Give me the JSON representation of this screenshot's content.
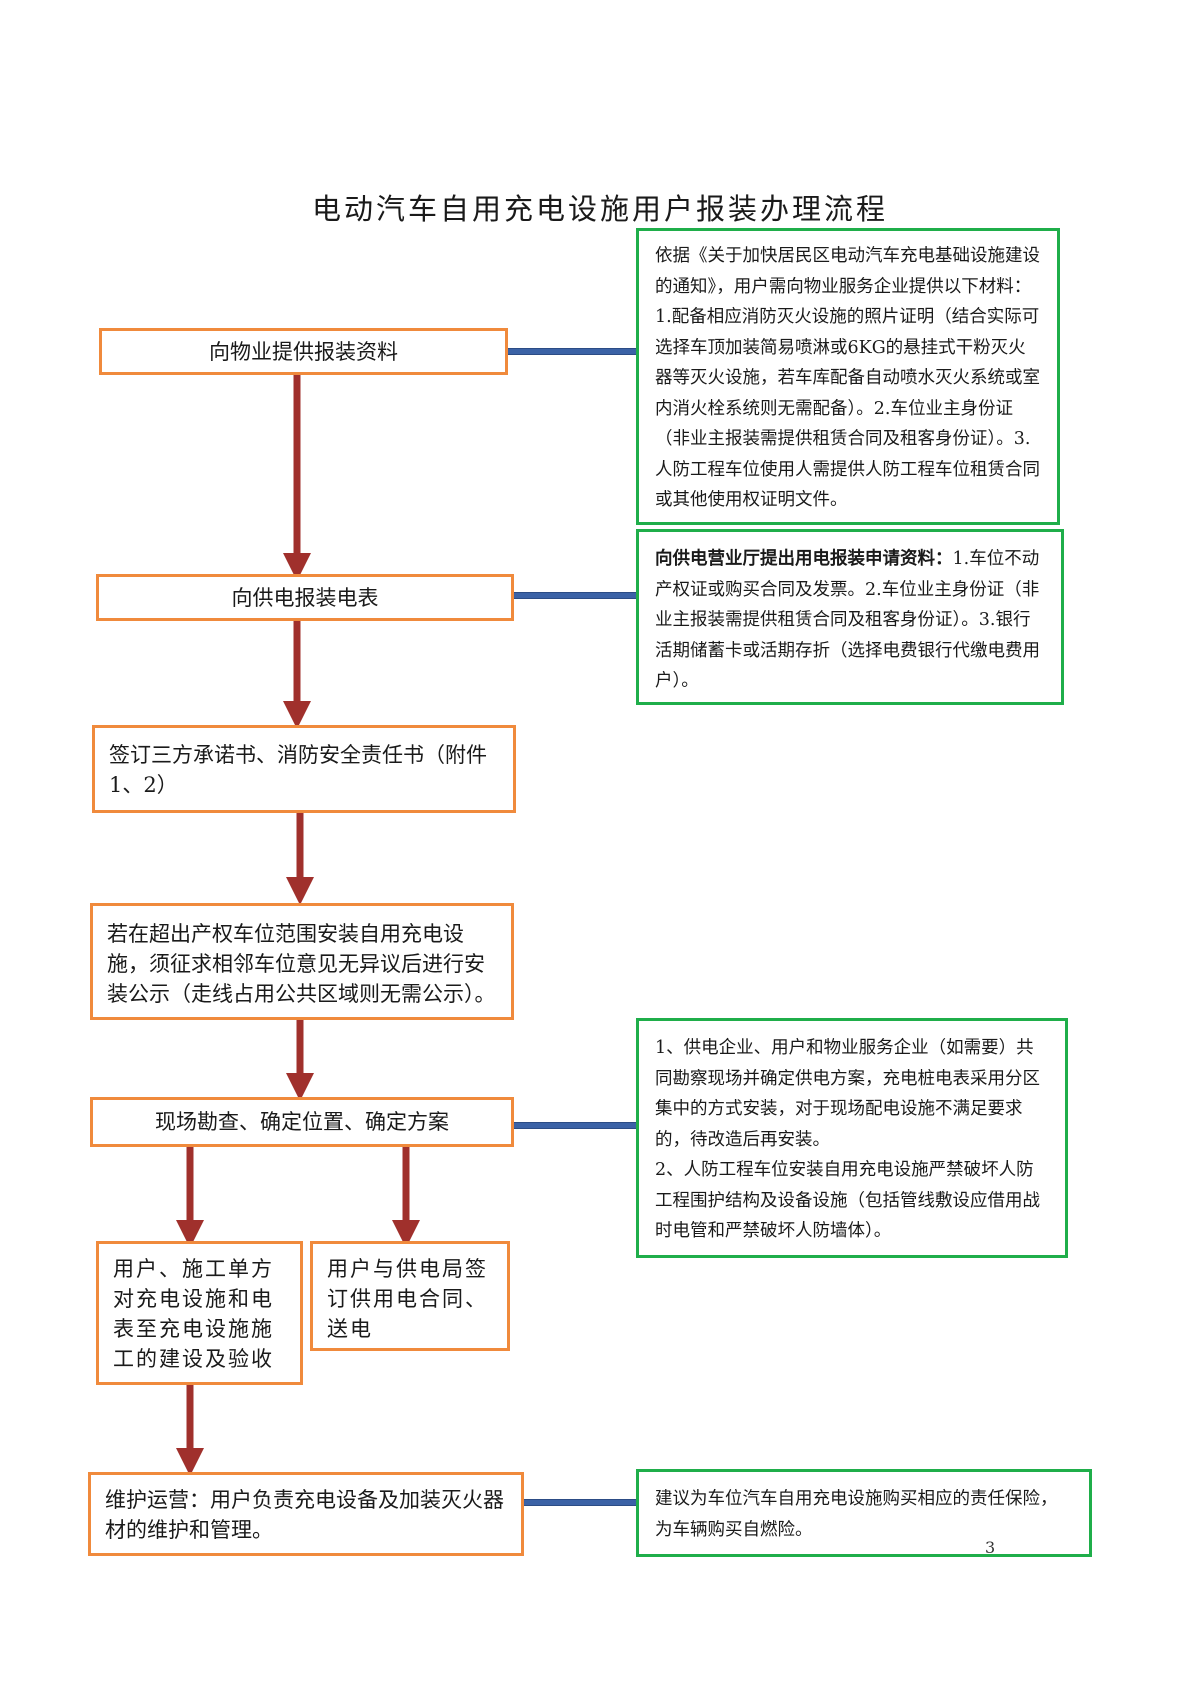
{
  "title": "电动汽车自用充电设施用户报装办理流程",
  "steps": {
    "s1": "向物业提供报装资料",
    "s2": "向供电报装电表",
    "s3": "签订三方承诺书、消防安全责任书（附件1、2）",
    "s4": "若在超出产权车位范围安装自用充电设施，须征求相邻车位意见无异议后进行安装公示（走线占用公共区域则无需公示）。",
    "s5": "现场勘查、确定位置、确定方案",
    "s6": "用户、施工单方对充电设施和电表至充电设施施工的建设及验收",
    "s7": "用户与供电局签订供用电合同、送电",
    "s8": "维护运营：用户负责充电设备及加装灭火器材的维护和管理。"
  },
  "notes": {
    "n1": "依据《关于加快居民区电动汽车充电基础设施建设的通知》，用户需向物业服务企业提供以下材料：1.配备相应消防灭火设施的照片证明（结合实际可选择车顶加装简易喷淋或6KG的悬挂式干粉灭火器等灭火设施，若车库配备自动喷水灭火系统或室内消火栓系统则无需配备）。2.车位业主身份证（非业主报装需提供租赁合同及租客身份证）。3.人防工程车位使用人需提供人防工程车位租赁合同或其他使用权证明文件。",
    "n2_head": "向供电营业厅提出用电报装申请资料：",
    "n2_body": "1.车位不动产权证或购买合同及发票。2.车位业主身份证（非业主报装需提供租赁合同及租客身份证）。3.银行活期储蓄卡或活期存折（选择电费银行代缴电费用户）。",
    "n3_p1": "1、供电企业、用户和物业服务企业（如需要）共同勘察现场并确定供电方案，充电桩电表采用分区集中的方式安装，对于现场配电设施不满足要求的，待改造后再安装。",
    "n3_p2": "2、人防工程车位安装自用充电设施严禁破坏人防工程围护结构及设备设施（包括管线敷设应借用战时电管和严禁破坏人防墙体）。",
    "n4": "建议为车位汽车自用充电设施购买相应的责任保险，为车辆购买自燃险。"
  },
  "page_number": "3",
  "colors": {
    "step_border": "#f08a3c",
    "note_border": "#1fae4a",
    "arrow": "#a0302c",
    "connector": "#3b62a6"
  }
}
